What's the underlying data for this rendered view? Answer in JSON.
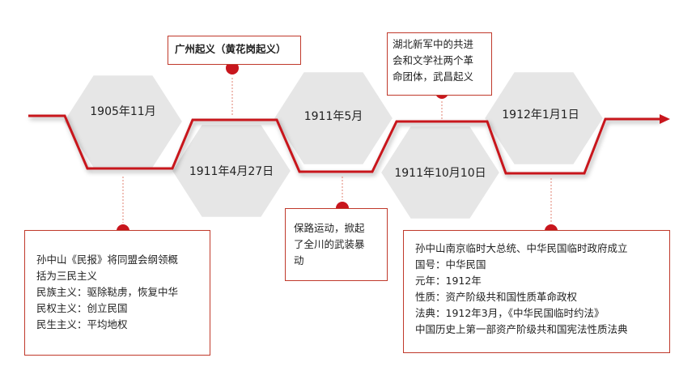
{
  "events": [
    {
      "date": "1905年11月"
    },
    {
      "date": "1911年4月27日"
    },
    {
      "date": "1911年5月"
    },
    {
      "date": "1911年10月10日"
    },
    {
      "date": "1912年1月1日"
    }
  ],
  "notes": {
    "n1905": {
      "lines": [
        "孙中山《民报》将同盟会纲领概",
        "括为三民主义",
        "民族主义：驱除鞑虏，恢复中华",
        "民权主义：创立民国",
        "民生主义：平均地权"
      ]
    },
    "n1911_4": {
      "lines": [
        "广州起义（黄花岗起义）"
      ]
    },
    "n1911_5": {
      "lines": [
        "保路运动，掀起",
        "了全川的武装暴",
        "动"
      ]
    },
    "n1911_10": {
      "lines": [
        "湖北新军中的共进",
        "会和文学社两个革",
        "命团体，武昌起义"
      ]
    },
    "n1912": {
      "lines": [
        "孙中山南京临时大总统、中华民国临时政府成立",
        "国号：中华民国",
        "元年：1912年",
        "性质：资产阶级共和国性质革命政权",
        "法典：1912年3月，《中华民国临时约法》",
        "中国历史上第一部资产阶级共和国宪法性质法典"
      ]
    }
  },
  "colors": {
    "accent": "#c8161d",
    "hex_fill": "#e6e6e6",
    "hex_stroke": "#ffffff",
    "connector": "#e08070"
  }
}
